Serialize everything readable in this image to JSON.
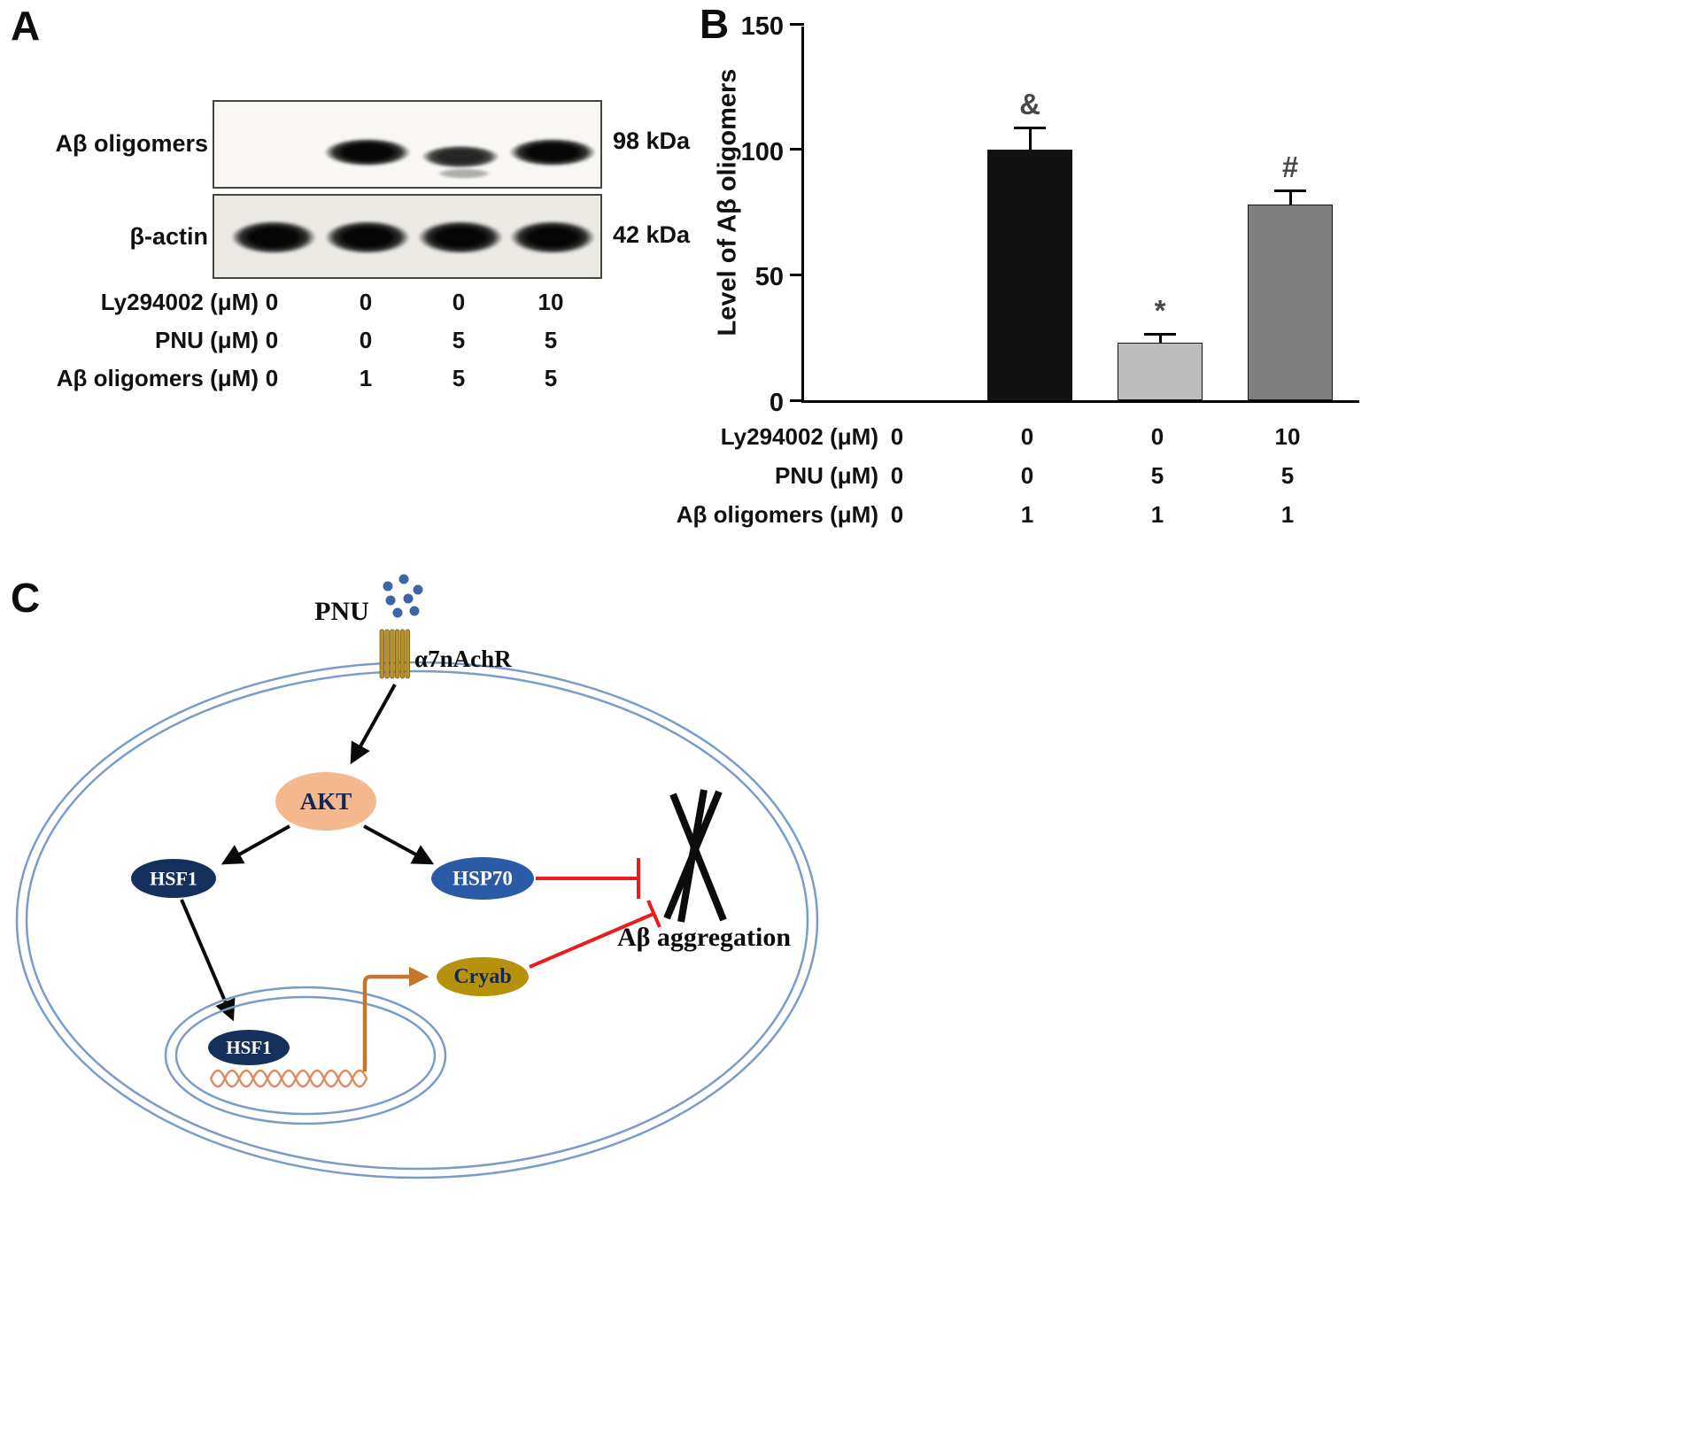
{
  "figure": {
    "panelA": {
      "label": "A",
      "blot1": {
        "label": "Aβ oligomers",
        "mw": "98 kDa",
        "band_intensities": [
          0,
          1,
          0.75,
          1
        ]
      },
      "blot2": {
        "label": "β-actin",
        "mw": "42 kDa",
        "band_intensities": [
          1,
          1,
          1,
          1
        ]
      },
      "doses": {
        "rows": [
          {
            "label": "Ly294002 (μM)",
            "values": [
              "0",
              "0",
              "0",
              "10"
            ]
          },
          {
            "label": "PNU (μM)",
            "values": [
              "0",
              "0",
              "5",
              "5"
            ]
          },
          {
            "label": "Aβ oligomers (μM)",
            "values": [
              "0",
              "1",
              "5",
              "5"
            ]
          }
        ]
      }
    },
    "panelB": {
      "label": "B"
    },
    "panelC": {
      "label": "C",
      "nodes": {
        "pnu": "PNU",
        "receptor": "α7nAchR",
        "akt": "AKT",
        "hsf1": "HSF1",
        "hsp70": "HSP70",
        "hsf1_nucleus": "HSF1",
        "cryab": "Cryab",
        "aggregation": "Aβ aggregation"
      },
      "colors": {
        "membrane_blue": "#7b9cc9",
        "akt_fill": "#f5b78d",
        "navy_node": "#16305e",
        "hsp70_blue": "#2b5aa6",
        "cryab_gold": "#b5920a",
        "receptor_gold": "#b8912a",
        "pnu_dot_blue": "#3a66a8",
        "inhibition_red": "#ea1d1d",
        "transcription_orange": "#c4762b",
        "dna_orange": "#e08a5a"
      }
    }
  },
  "chart_data": {
    "type": "bar",
    "title": "",
    "xlabel": "",
    "ylabel": "Level of Aβ oligomers",
    "ylim": [
      0,
      150
    ],
    "yticks": [
      0,
      50,
      100,
      150
    ],
    "grid": false,
    "legend": null,
    "categories": [
      "Ly294002 0 / PNU 0 / Aβ oligomers 0",
      "Ly294002 0 / PNU 0 / Aβ oligomers 1",
      "Ly294002 0 / PNU 5 / Aβ oligomers 1",
      "Ly294002 10 / PNU 5 / Aβ oligomers 1"
    ],
    "values": [
      0,
      100,
      23,
      78
    ],
    "errors": [
      0,
      9,
      4,
      6
    ],
    "annotations": [
      "",
      "&",
      "*",
      "#"
    ],
    "bar_colors": [
      "#111111",
      "#111111",
      "#bcbcbc",
      "#7f7f7f"
    ],
    "x_axis_rows": [
      {
        "label": "Ly294002 (μM)",
        "values": [
          "0",
          "0",
          "0",
          "10"
        ]
      },
      {
        "label": "PNU (μM)",
        "values": [
          "0",
          "0",
          "5",
          "5"
        ]
      },
      {
        "label": "Aβ oligomers (μM)",
        "values": [
          "0",
          "1",
          "1",
          "1"
        ]
      }
    ]
  }
}
